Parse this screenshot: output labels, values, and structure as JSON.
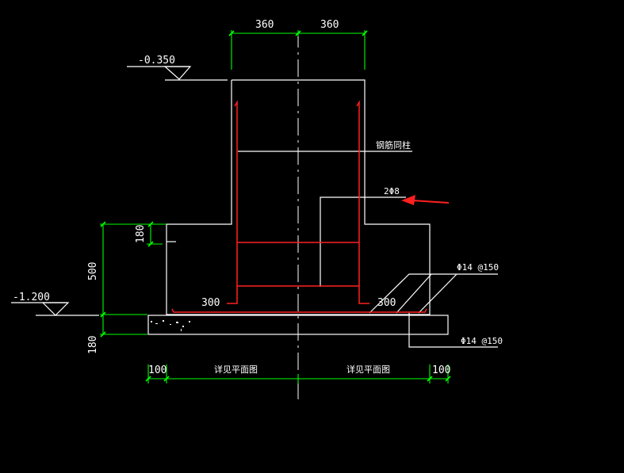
{
  "colors": {
    "background": "#000000",
    "outline": "#ffffff",
    "dimension": "#00ff00",
    "rebar": "#ff2020",
    "arrow": "#ff2020"
  },
  "dimensions": {
    "top_left": "360",
    "top_right": "360",
    "height_180_upper": "180",
    "height_500": "500",
    "height_180_lower": "180",
    "bottom_left": "100",
    "bottom_mid_left": "详见平面图",
    "bottom_mid_right": "详见平面图",
    "bottom_right": "100"
  },
  "elevations": {
    "upper": "-0.350",
    "lower": "-1.200"
  },
  "annotations": {
    "column_label": "钢筋同柱",
    "stirrup": "2Φ8",
    "rebar_top": "Φ14 @150",
    "rebar_bottom": "Φ14 @150",
    "anchor_left": "300",
    "anchor_right": "300"
  }
}
